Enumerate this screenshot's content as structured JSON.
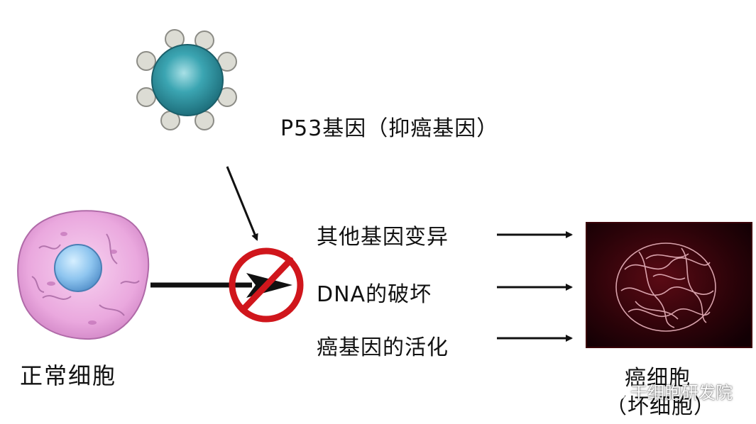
{
  "labels": {
    "p53": "P53基因（抑癌基因）",
    "normal_cell": "正常细胞",
    "cancer_cell_line1": "癌细胞",
    "cancer_cell_line2": "（坏细胞）"
  },
  "causes": [
    "其他基因变异",
    "DNA的破坏",
    "癌基因的活化"
  ],
  "watermark": {
    "text": "干细胞研发院",
    "icon": "wechat-icon"
  },
  "colors": {
    "p53_core": "#2f9aa6",
    "p53_bumps": "#d7d7cf",
    "normal_cell_body": "#efb3e3",
    "normal_cell_nucleus": "#8fc7ef",
    "prohibition_sign": "#d0161c",
    "arrow": "#111111",
    "cancer_bg": "#2a0308"
  }
}
